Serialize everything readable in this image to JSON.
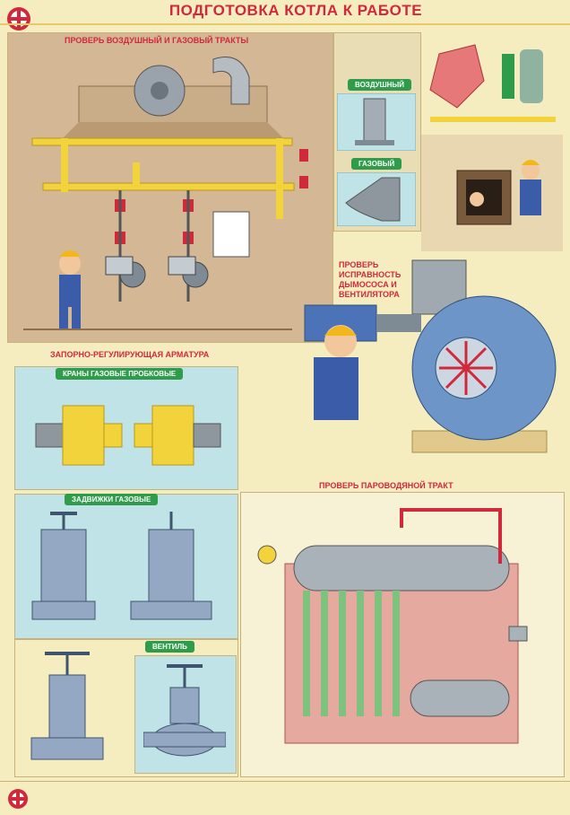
{
  "header": {
    "title": "ПОДГОТОВКА КОТЛА К РАБОТЕ",
    "corner_note": ""
  },
  "sections": {
    "air_gas": "ПРОВЕРЬ ВОЗДУШНЫЙ И ГАЗОВЫЙ ТРАКТЫ",
    "valves": "ЗАПОРНО-РЕГУЛИРУЮЩАЯ АРМАТУРА",
    "fan": "ПРОВЕРЬ ИСПРАВНОСТЬ ДЫМОСОСА И ВЕНТИЛЯТОРА",
    "steam": "ПРОВЕРЬ ПАРОВОДЯНОЙ ТРАКТ"
  },
  "badges": {
    "gas_cocks": "КРАНЫ ГАЗОВЫЕ ПРОБКОВЫЕ",
    "gas_gates": "ЗАДВИЖКИ ГАЗОВЫЕ",
    "valve": "ВЕНТИЛЬ",
    "flue": "ВОЗДУШНЫЙ",
    "gas_flue": "ГАЗОВЫЙ"
  },
  "colors": {
    "background": "#f5edc0",
    "title_red": "#d0293c",
    "badge_green": "#2e9c4a",
    "panel_teal": "#bfe3e6",
    "panel_tan": "#d4b896",
    "pipe_yellow": "#f2d33b"
  }
}
